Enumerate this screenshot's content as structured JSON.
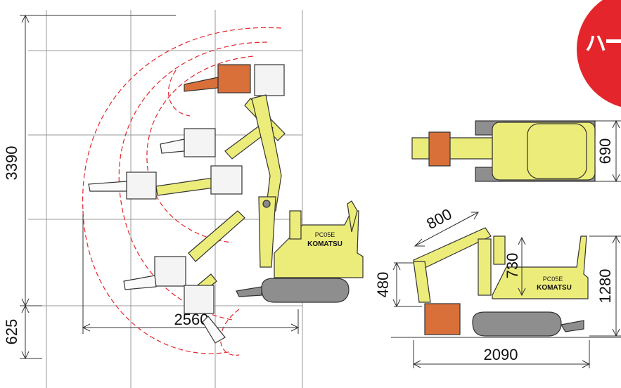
{
  "dimensions": {
    "reach_height": "3390",
    "lower_depth": "625",
    "reach_width": "2560",
    "top_width": "690",
    "boom_length": "800",
    "arm_height": "730",
    "front_height": "480",
    "overall_height": "1280",
    "overall_length": "2090"
  },
  "machine": {
    "model": "PC05E",
    "brand": "KOMATSU"
  },
  "badge": {
    "text": "ハ",
    "color": "#e4262c"
  },
  "colors": {
    "body_yellow": "#ecec7a",
    "attachment_orange": "#d9703a",
    "track_gray": "#8e8e8e",
    "dashed_red": "#e4262c",
    "grid_gray": "#9a9a9a"
  },
  "icons": [
    "excavator-side-icon",
    "excavator-top-icon",
    "crusher-attachment-icon"
  ]
}
